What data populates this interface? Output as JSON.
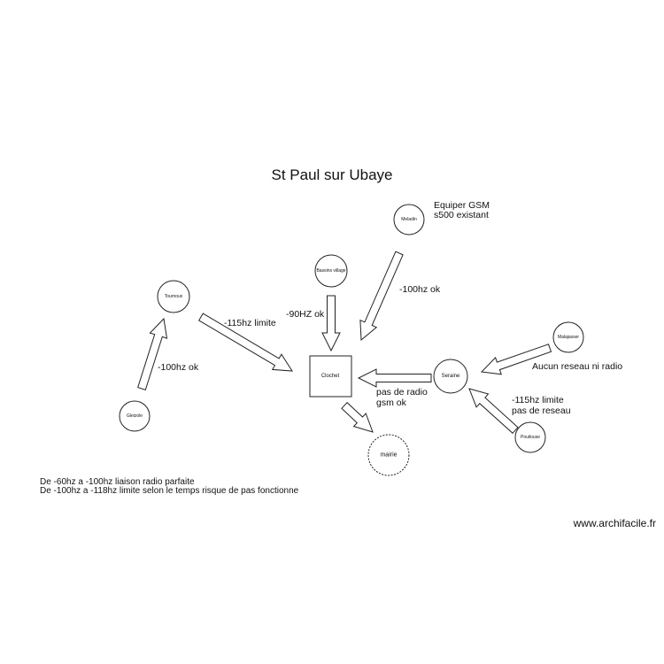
{
  "title": "St Paul sur Ubaye",
  "nodes": {
    "meladin": "Meladin",
    "bassins_village": "Bassins village",
    "tournoux": "Tournoux",
    "gleizole": "Gleizole",
    "clochet": "Clochet",
    "seraine": "Seraine",
    "malajasser": "Malajasser",
    "pouilouse": "Pouilouse",
    "mairie": "mairie"
  },
  "labels": {
    "equiper_line1": "Equiper GSM",
    "equiper_line2": "s500 existant",
    "meladin_arrow": "-100hz ok",
    "bassins_arrow": "-90HZ ok",
    "tournoux_arrow": "-115hz limite",
    "gleizole_arrow": "-100hz ok",
    "seraine_line1": "pas de radio",
    "seraine_line2": "gsm ok",
    "malajasser_note": "Aucun reseau ni radio",
    "pouilouse_line1": "-115hz limite",
    "pouilouse_line2": "pas de reseau"
  },
  "legend": {
    "line1": "De -60hz a -100hz liaison radio parfaite",
    "line2": "De -100hz a -118hz limite selon le temps risque de pas fonctionne"
  },
  "watermark": "www.archifacile.fr"
}
